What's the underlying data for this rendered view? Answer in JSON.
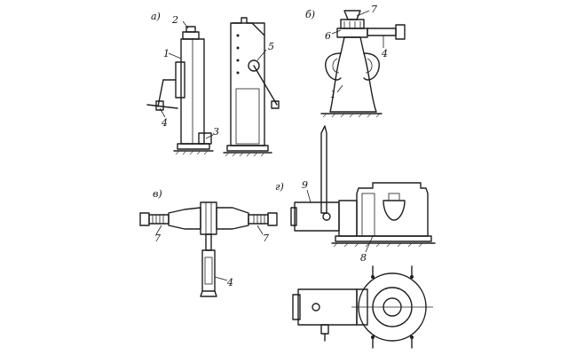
{
  "panels": {
    "a": {
      "label": "a)",
      "parts": [
        "2",
        "1",
        "5",
        "4",
        "3"
      ]
    },
    "b": {
      "label": "б)",
      "parts": [
        "7",
        "6",
        "4",
        "1"
      ]
    },
    "v": {
      "label": "в)",
      "parts": [
        "7",
        "7",
        "4"
      ]
    },
    "g": {
      "label": "г)",
      "parts": [
        "9",
        "8"
      ]
    }
  }
}
